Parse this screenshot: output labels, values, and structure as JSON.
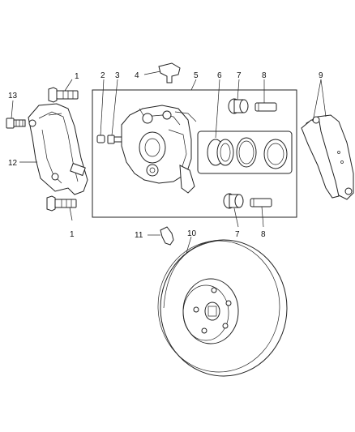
{
  "callouts": {
    "c1_top": "1",
    "c1_bottom": "1",
    "c2": "2",
    "c3": "3",
    "c4": "4",
    "c5": "5",
    "c6": "6",
    "c7_top": "7",
    "c7_bottom": "7",
    "c8_top": "8",
    "c8_bottom": "8",
    "c9": "9",
    "c10": "10",
    "c11": "11",
    "c12": "12",
    "c13": "13"
  }
}
